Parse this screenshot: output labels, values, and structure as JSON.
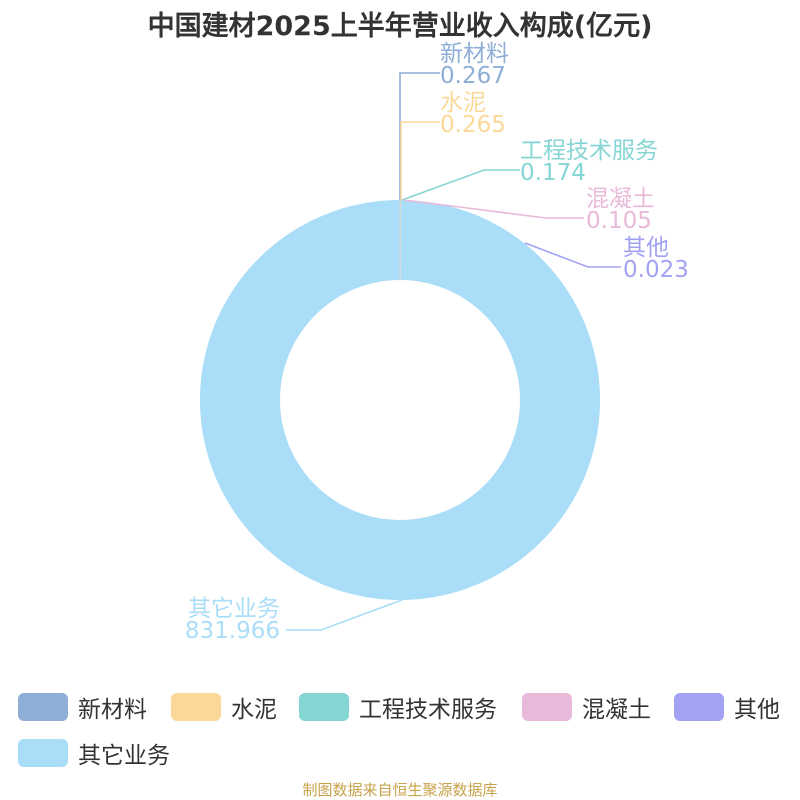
{
  "chart_data": {
    "type": "pie",
    "variant": "donut",
    "title": "中国建材2025上半年营业收入构成(亿元)",
    "categories": [
      "新材料",
      "水泥",
      "工程技术服务",
      "混凝土",
      "其他",
      "其它业务"
    ],
    "values": [
      "0.267",
      "0.265",
      "0.174",
      "0.105",
      "0.023",
      "831.966"
    ],
    "colors": [
      "#8eaed8",
      "#fbd898",
      "#85d5d4",
      "#e9b9d9",
      "#a2a2f4",
      "#a9ddf8"
    ],
    "legend_position": "bottom",
    "source": "制图数据来自恒生聚源数据库"
  }
}
